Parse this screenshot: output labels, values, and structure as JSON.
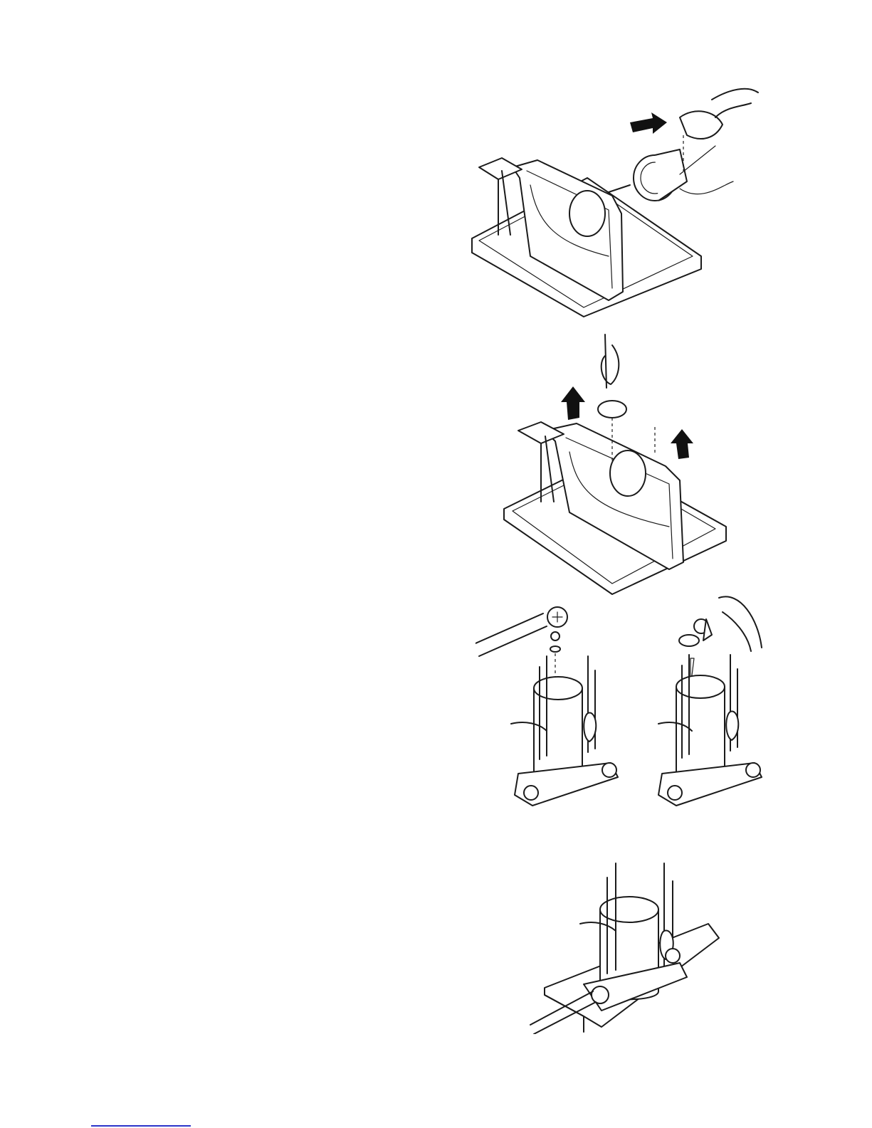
{
  "figures": [
    {
      "id": "fan-motor-removal",
      "icon": "fan-motor-removal-illustration"
    },
    {
      "id": "partition-removal",
      "icon": "partition-removal-illustration"
    },
    {
      "id": "compressor-terminal-removal",
      "icon": "compressor-terminal-illustration"
    },
    {
      "id": "compressor-cover-removal",
      "icon": "compressor-cover-illustration"
    },
    {
      "id": "compressor-mount-removal",
      "icon": "compressor-mount-illustration"
    }
  ],
  "colors": {
    "line": "#1a1a1a",
    "fill": "#ffffff",
    "footer_rule": "#2b34c9"
  }
}
